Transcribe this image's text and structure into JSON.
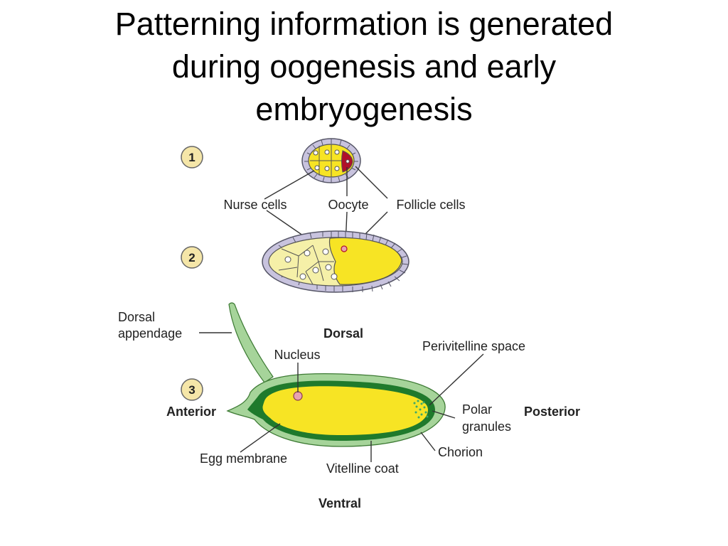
{
  "title": {
    "line1": "Patterning information is generated",
    "line2": "during oogenesis and early",
    "line3": "embryogenesis"
  },
  "stages": [
    "1",
    "2",
    "3"
  ],
  "labels": {
    "nurse_cells": "Nurse cells",
    "oocyte": "Oocyte",
    "follicle_cells": "Follicle cells",
    "dorsal_appendage_1": "Dorsal",
    "dorsal_appendage_2": "appendage",
    "dorsal": "Dorsal",
    "nucleus": "Nucleus",
    "perivitelline_space": "Perivitelline space",
    "anterior": "Anterior",
    "polar_granules_1": "Polar",
    "polar_granules_2": "granules",
    "posterior": "Posterior",
    "chorion": "Chorion",
    "egg_membrane": "Egg membrane",
    "vitelline_coat": "Vitelline coat",
    "ventral": "Ventral"
  },
  "colors": {
    "yolk_yellow": "#f7e424",
    "nurse_cell_pale": "#f5f0a8",
    "follicle_lavender": "#c8c3de",
    "follicle_outline": "#555566",
    "oocyte_red": "#b0102a",
    "chorion_green": "#a6d49a",
    "vitelline_dark_green": "#1f7a2c",
    "stage_badge": "#f5e6a8",
    "polar_granules": "#3aa86b"
  }
}
